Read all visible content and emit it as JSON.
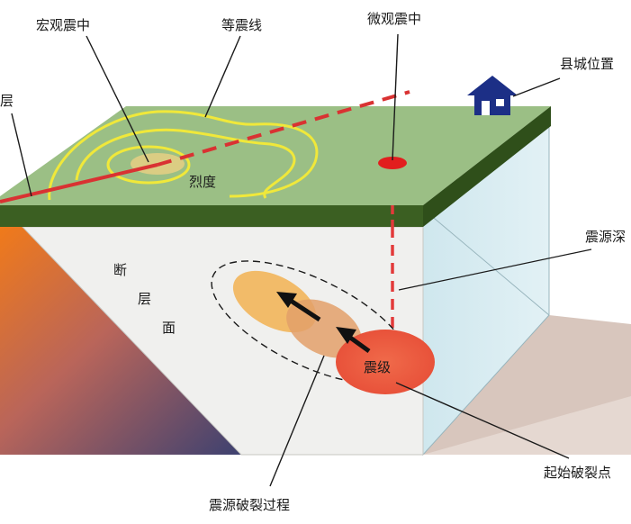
{
  "labels": {
    "macro_epicenter": "宏观震中",
    "isoseismal": "等震线",
    "micro_epicenter": "微观震中",
    "county_location": "县城位置",
    "fault_partial": "层",
    "intensity": "烈度",
    "focal_depth_partial": "震源深",
    "fault_plane_1": "断",
    "fault_plane_2": "层",
    "fault_plane_3": "面",
    "magnitude": "震级",
    "rupture_start": "起始破裂点",
    "rupture_process": "震源破裂过程"
  },
  "colors": {
    "ground_top": "#9bbf85",
    "ground_side": "#3b5f22",
    "isoseismal_line": "#f0e83a",
    "fault_trace": "#d93232",
    "glass_block": "#cfe7ee",
    "fault_face": "#f0f0ee",
    "house": "#1c2f86",
    "hypocenter": "#e8523a",
    "rupture_patch_1": "#f2b55a",
    "rupture_patch_2": "#e3a06a"
  },
  "icons": {
    "house": "house-icon",
    "arrow": "arrow-icon"
  }
}
